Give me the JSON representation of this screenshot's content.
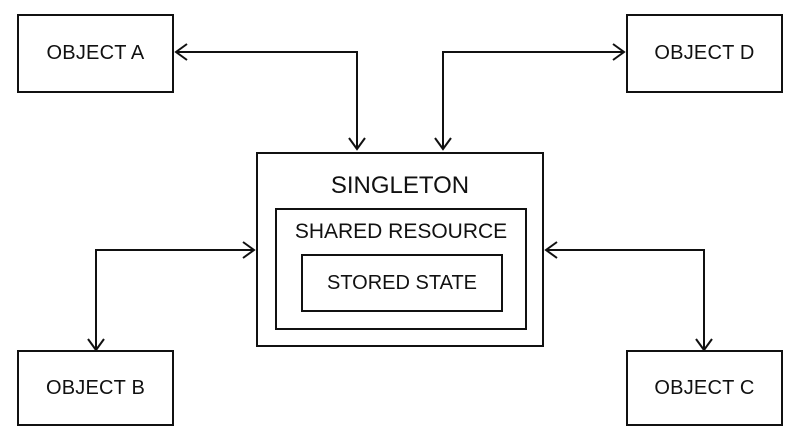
{
  "objects": {
    "a": "OBJECT A",
    "b": "OBJECT B",
    "c": "OBJECT C",
    "d": "OBJECT D"
  },
  "singleton": {
    "title": "SINGLETON",
    "shared_resource": {
      "title": "SHARED RESOURCE",
      "stored_state": "STORED STATE"
    }
  }
}
